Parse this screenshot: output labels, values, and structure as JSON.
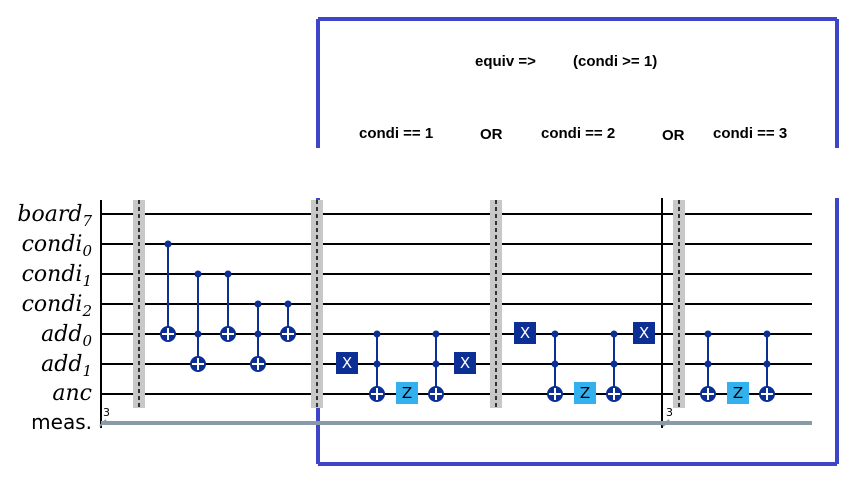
{
  "annotations": {
    "equiv": "equiv =>",
    "condition": "(condi >= 1)",
    "case1": "condi == 1",
    "or1": "OR",
    "case2": "condi == 2",
    "or2": "OR",
    "case3": "condi == 3"
  },
  "wires": [
    {
      "id": "board7",
      "base": "board",
      "sub": "7",
      "italic": true
    },
    {
      "id": "condi0",
      "base": "condi",
      "sub": "0",
      "italic": true
    },
    {
      "id": "condi1",
      "base": "condi",
      "sub": "1",
      "italic": true
    },
    {
      "id": "condi2",
      "base": "condi",
      "sub": "2",
      "italic": true
    },
    {
      "id": "add0",
      "base": "add",
      "sub": "0",
      "italic": true
    },
    {
      "id": "add1",
      "base": "add",
      "sub": "1",
      "italic": true
    },
    {
      "id": "anc",
      "base": "anc",
      "sub": "",
      "italic": true
    },
    {
      "id": "meas",
      "base": "meas.",
      "sub": "",
      "italic": false
    }
  ],
  "classical_bits": "3",
  "gate_labels": {
    "x": "X",
    "z": "Z"
  },
  "colors": {
    "gate_dark": "#0b2f94",
    "gate_light": "#33b1ee",
    "control": "#0b2f94",
    "barrier": "#c8c8c8",
    "classical_wire": "#8a9ba8",
    "highlight_box": "#3f45c8"
  }
}
